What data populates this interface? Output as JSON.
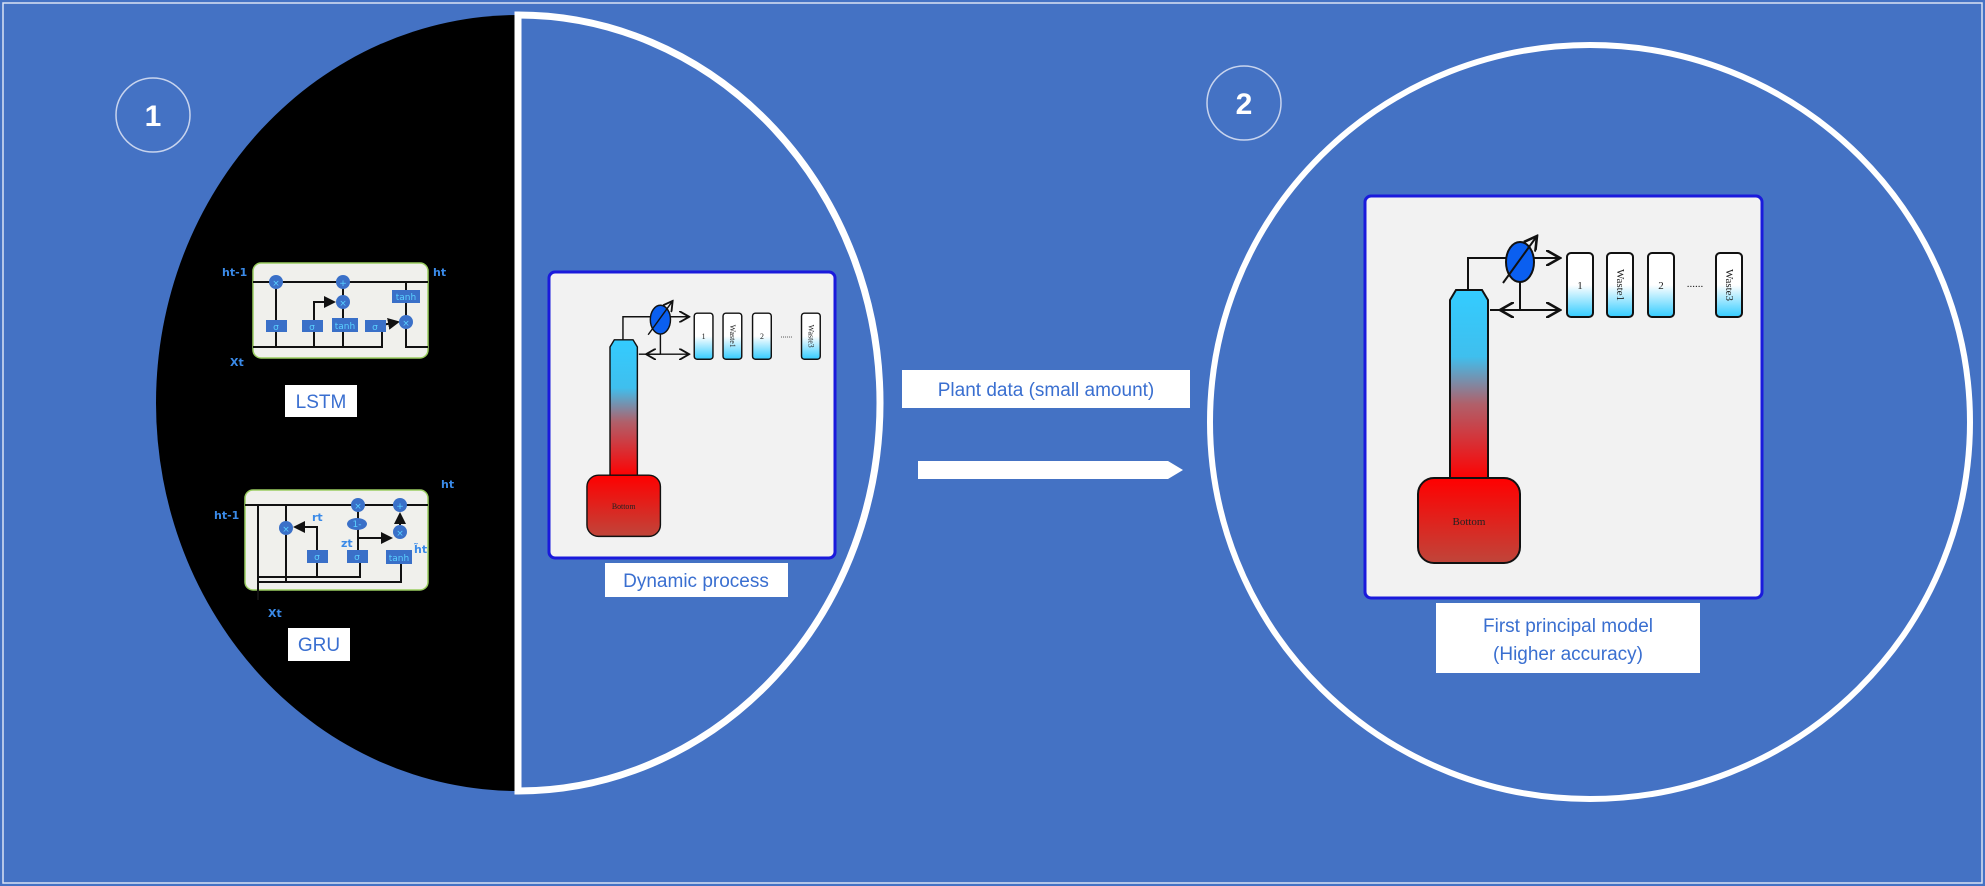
{
  "colors": {
    "background": "#4472C4",
    "left_half": "#000000",
    "circle_outline": "#FFFFFF",
    "frame_border": "#1a1adc",
    "label_text": "#3a6fd0"
  },
  "steps": [
    {
      "number": "1"
    },
    {
      "number": "2"
    }
  ],
  "lstm": {
    "label": "LSTM",
    "h_prev": "ht-1",
    "h_out": "ht",
    "x_in": "Xt",
    "sigma": "σ",
    "tanh": "tanh",
    "mul": "×",
    "add": "+"
  },
  "gru": {
    "label": "GRU",
    "h_prev": "ht-1",
    "h_out": "ht",
    "x_in": "Xt",
    "r": "rt",
    "z": "zt",
    "h_tilde": "h̃t",
    "one_minus": "1-",
    "sigma": "σ",
    "tanh": "tanh",
    "mul": "×",
    "add": "+"
  },
  "process": {
    "tanks": [
      "1",
      "Waste1",
      "2",
      "Waste3"
    ],
    "dots": "......",
    "bottom": "Bottom"
  },
  "dynamic_label": "Dynamic process",
  "arrow_label": "Plant data (small amount)",
  "model_label_line1": "First principal model",
  "model_label_line2": "(Higher accuracy)"
}
